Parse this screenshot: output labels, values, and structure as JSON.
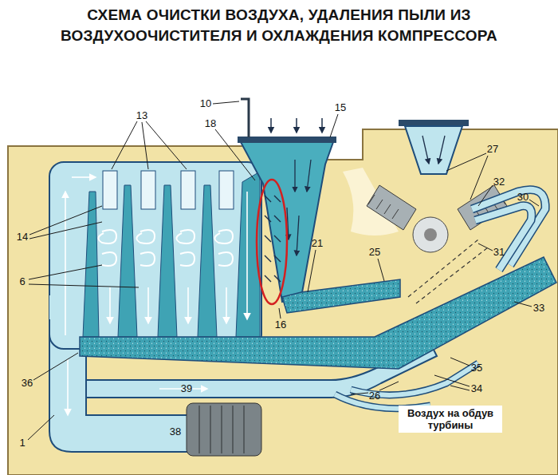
{
  "diagram": {
    "title": "СХЕМА ОЧИСТКИ ВОЗДУХА, УДАЛЕНИЯ ПЫЛИ ИЗ ВОЗДУХООЧИСТИТЕЛЯ И ОХЛАЖДЕНИЯ КОМПРЕССОРА",
    "labels": [
      "10",
      "15",
      "13",
      "18",
      "27",
      "32",
      "30",
      "14",
      "21",
      "25",
      "31",
      "6",
      "16",
      "33",
      "35",
      "34",
      "36",
      "39",
      "26",
      "1",
      "38",
      "Воздух на обдув турбины"
    ]
  }
}
